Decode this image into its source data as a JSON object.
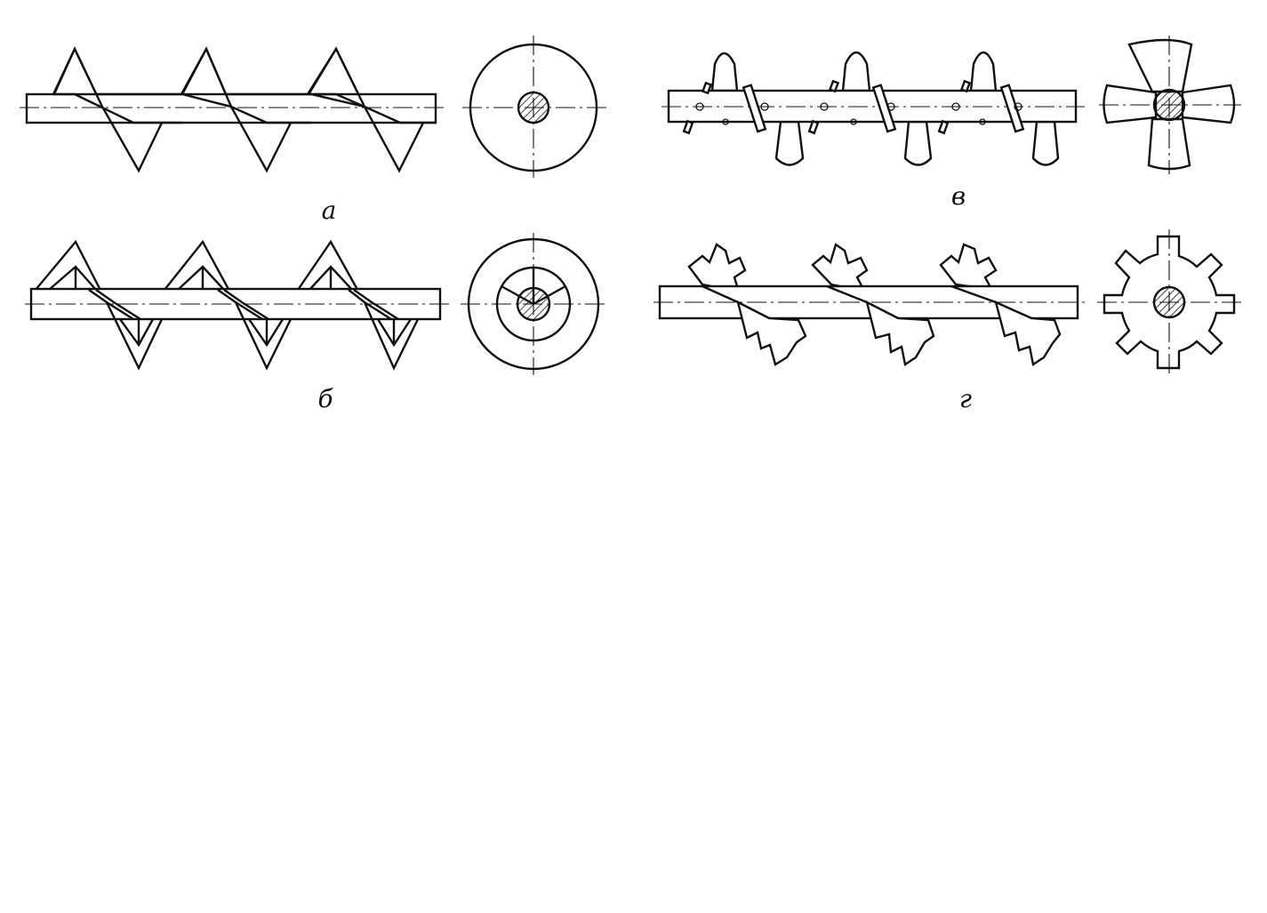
{
  "figure": {
    "panels": [
      {
        "id": "a",
        "caption": "а",
        "element": "continuous-solid-screw-flight"
      },
      {
        "id": "b",
        "caption": "б",
        "element": "ribbon-screw-flight-with-supports"
      },
      {
        "id": "v",
        "caption": "в",
        "element": "paddle-blades"
      },
      {
        "id": "g",
        "caption": "г",
        "element": "notched-cut-screw-flight"
      }
    ]
  },
  "colors": {
    "ink": "#111111",
    "paper": "#ffffff"
  }
}
